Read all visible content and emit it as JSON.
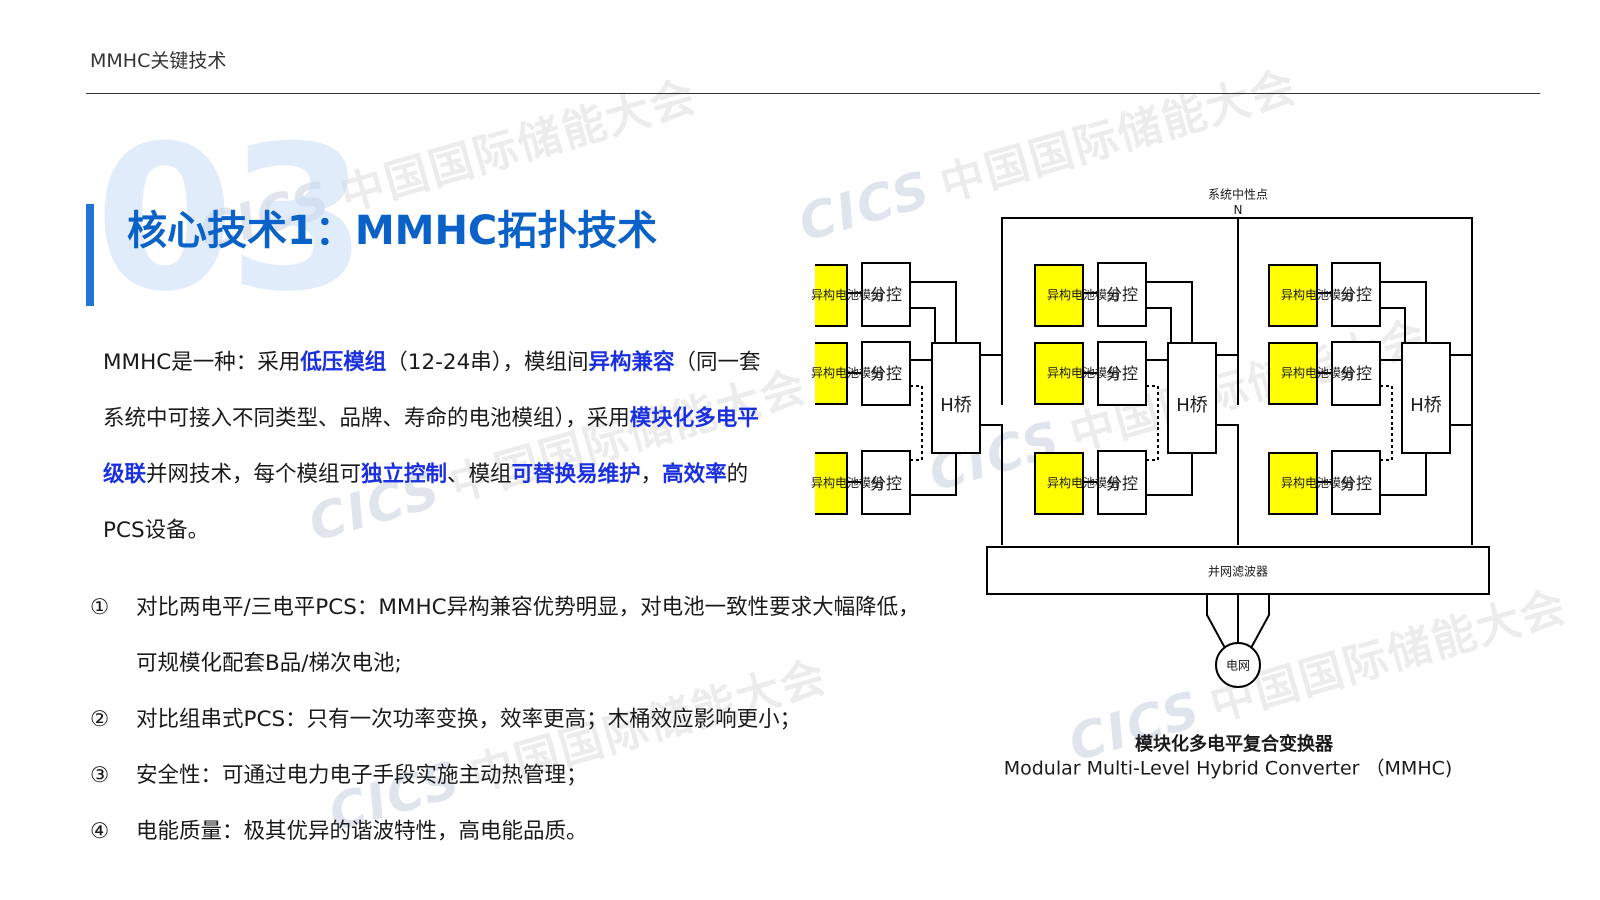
{
  "header": {
    "title": "MMHC关键技术"
  },
  "watermark": {
    "logo": "CICS",
    "text": "中国国际储能大会"
  },
  "section": {
    "number": "03",
    "title": "核心技术1：MMHC拓扑技术"
  },
  "intro": {
    "segments": [
      {
        "text": "MMHC是一种：采用",
        "em": false
      },
      {
        "text": "低压模组",
        "em": true
      },
      {
        "text": "（12-24串），模组间",
        "em": false
      },
      {
        "text": "异构兼容",
        "em": true
      },
      {
        "text": "（同一套系统中可接入不同类型、品牌、寿命的电池模组），采用",
        "em": false
      },
      {
        "text": "模块化多电平级联",
        "em": true
      },
      {
        "text": "并网技术，每个模组可",
        "em": false
      },
      {
        "text": "独立控制",
        "em": true
      },
      {
        "text": "、模组",
        "em": false
      },
      {
        "text": "可替换易维护",
        "em": true
      },
      {
        "text": "，",
        "em": false
      },
      {
        "text": "高效率",
        "em": true
      },
      {
        "text": "的PCS设备。",
        "em": false
      }
    ]
  },
  "points": [
    {
      "num": "①",
      "text": "对比两电平/三电平PCS：MMHC异构兼容优势明显，对电池一致性要求大幅降低，可规模化配套B品/梯次电池;"
    },
    {
      "num": "②",
      "text": "对比组串式PCS：只有一次功率变换，效率更高；木桶效应影响更小；"
    },
    {
      "num": "③",
      "text": "安全性：可通过电力电子手段实施主动热管理；"
    },
    {
      "num": "④",
      "text": "电能质量：极其优异的谐波特性，高电能品质。"
    }
  ],
  "diagram": {
    "neutral_label": "系统中性点",
    "neutral_symbol": "N",
    "battery_label": "异构电池模组",
    "control_label": "分控",
    "bridge_label": "H桥",
    "filter_label": "并网滤波器",
    "grid_label": "电网",
    "caption_cn": "模块化多电平复合变换器",
    "caption_en": "Modular Multi-Level Hybrid Converter （MMHC)",
    "colors": {
      "battery_fill": "#ffff00",
      "line": "#000000"
    }
  }
}
